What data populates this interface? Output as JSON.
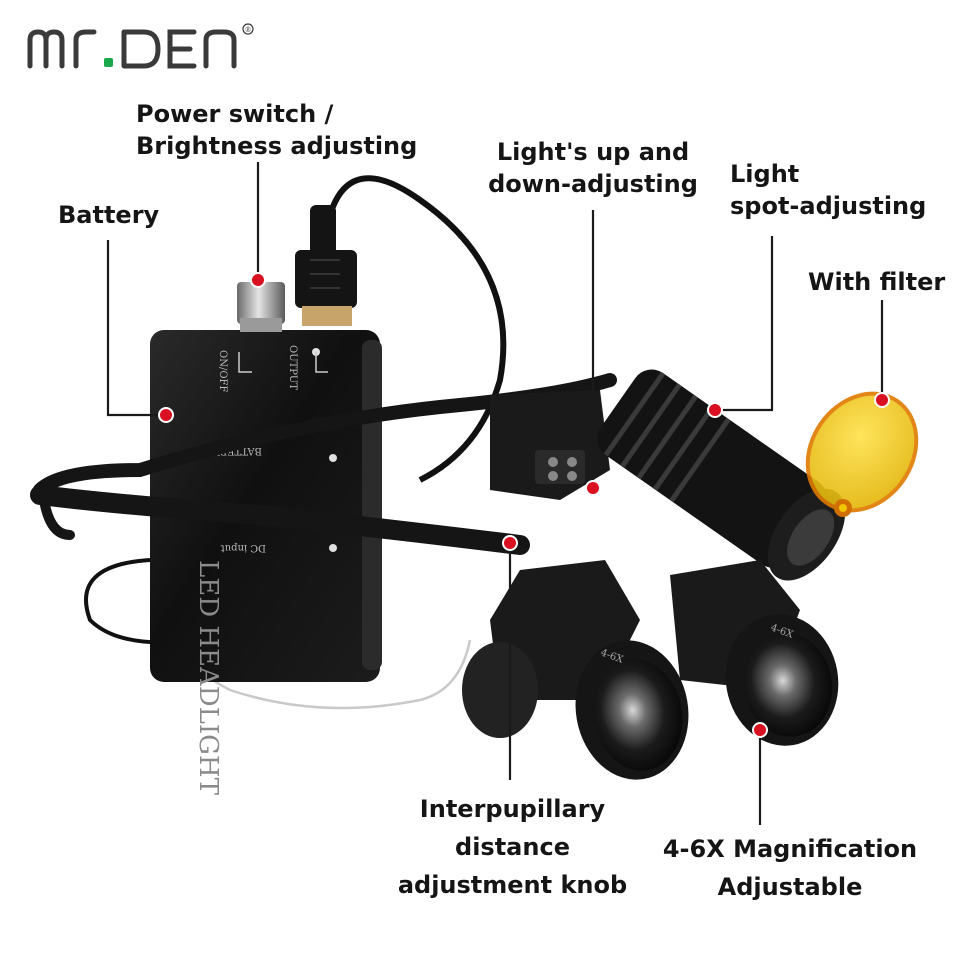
{
  "brand": {
    "name": "MR.DEN",
    "registered_mark": "®",
    "dot_color": "#19a84a"
  },
  "labels": {
    "power_switch": [
      "Power switch /",
      "Brightness adjusting"
    ],
    "battery": "Battery",
    "light_up_down": [
      "Light's up and",
      "down-adjusting"
    ],
    "light_spot": [
      "Light",
      "spot-adjusting"
    ],
    "filter": "With filter",
    "interpupillary": [
      "Interpupillary",
      "distance",
      "adjustment knob"
    ],
    "magnification": [
      "4-6X Magnification",
      "Adjustable"
    ]
  },
  "device_markings": {
    "on_off": "ON/OFF",
    "output": "OUTPUT",
    "battery": "BATTERY",
    "dc_input": "DC input",
    "led_headlight": "LED HEADLIGHT",
    "lens_left": "4-6X",
    "lens_right": "4-6X"
  },
  "colors": {
    "marker": "#d9101f",
    "filter": "#f2c500",
    "filter_frame": "#e07a00",
    "device": "#141414"
  }
}
